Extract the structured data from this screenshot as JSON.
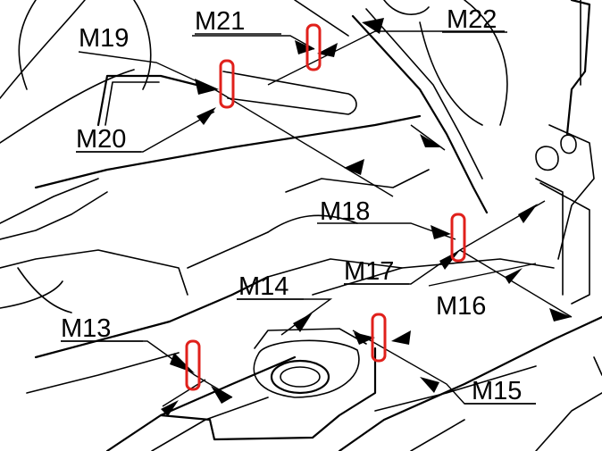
{
  "diagram": {
    "labels": {
      "m13": "M13",
      "m14": "M14",
      "m15": "M15",
      "m16": "M16",
      "m17": "M17",
      "m18": "M18",
      "m19": "M19",
      "m20": "M20",
      "m21": "M21",
      "m22": "M22"
    },
    "marker_color": "#e0201b",
    "line_color": "#000000",
    "background": "#ffffff"
  }
}
